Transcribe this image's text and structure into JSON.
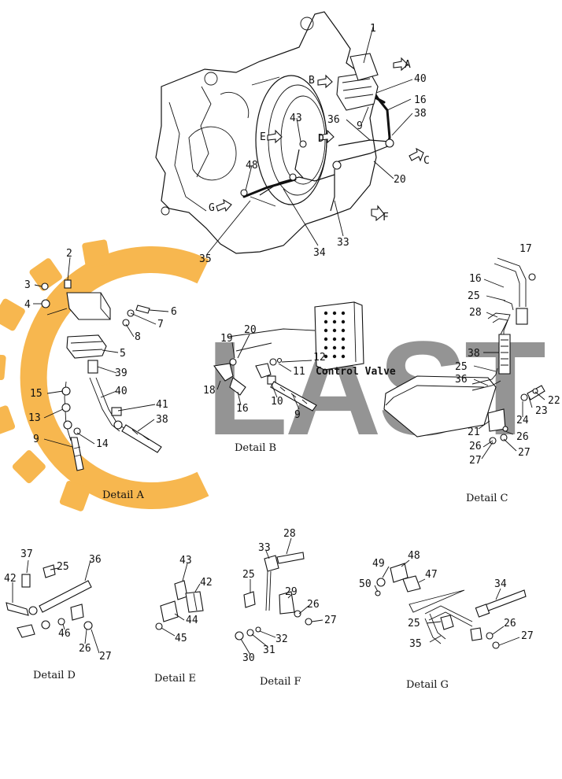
{
  "callouts": {
    "main": [
      "1",
      "40",
      "16",
      "38",
      "9",
      "36",
      "43",
      "20",
      "48",
      "33",
      "34",
      "35"
    ],
    "view_arrows": [
      "A",
      "B",
      "C",
      "D",
      "E",
      "F",
      "G"
    ],
    "detail_a": [
      "2",
      "3",
      "4",
      "6",
      "7",
      "8",
      "5",
      "39",
      "15",
      "40",
      "41",
      "38",
      "13",
      "14",
      "9"
    ],
    "detail_b": [
      "20",
      "19",
      "12",
      "11",
      "18",
      "16",
      "10",
      "9"
    ],
    "detail_c": [
      "17",
      "16",
      "25",
      "28",
      "38",
      "25",
      "36",
      "22",
      "23",
      "24",
      "21",
      "26",
      "26",
      "27",
      "27"
    ],
    "detail_d": [
      "37",
      "25",
      "36",
      "42",
      "46",
      "26",
      "27"
    ],
    "detail_e": [
      "43",
      "42",
      "44",
      "45"
    ],
    "detail_f": [
      "28",
      "33",
      "25",
      "29",
      "26",
      "27",
      "32",
      "31",
      "30"
    ],
    "detail_g": [
      "48",
      "49",
      "47",
      "50",
      "34",
      "25",
      "26",
      "35",
      "27"
    ]
  },
  "labels": {
    "control_valve": "Control Valve",
    "detail_a": "Detail A",
    "detail_b": "Detail B",
    "detail_c": "Detail C",
    "detail_d": "Detail D",
    "detail_e": "Detail E",
    "detail_f": "Detail F",
    "detail_g": "Detail G"
  },
  "watermark": {
    "text": "LAST",
    "gear_color": "#F5A623",
    "text_color": "#7A7A7A"
  }
}
